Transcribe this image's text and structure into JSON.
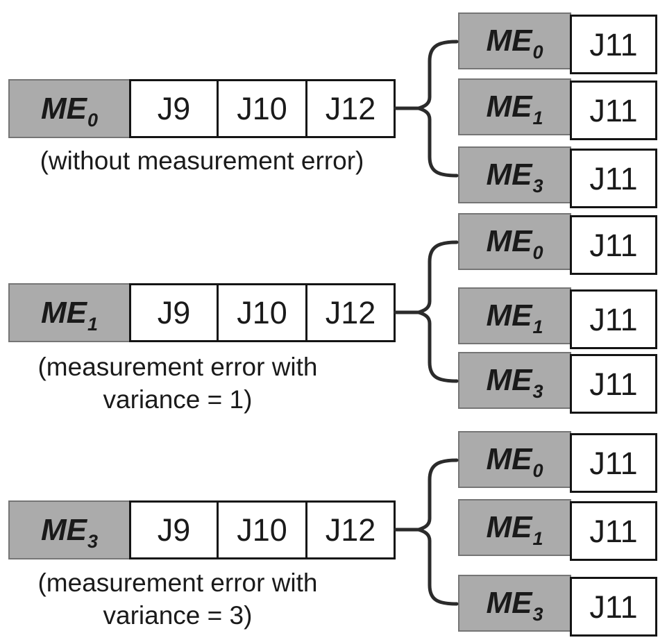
{
  "diagram": {
    "rows": [
      {
        "me": {
          "base": "ME",
          "sub": "0"
        },
        "cells": {
          "c1": "J9",
          "c2": "J10",
          "c3": "J12"
        },
        "caption": {
          "line1": "(without measurement error)",
          "line2": ""
        }
      },
      {
        "me": {
          "base": "ME",
          "sub": "1"
        },
        "cells": {
          "c1": "J9",
          "c2": "J10",
          "c3": "J12"
        },
        "caption": {
          "line1": "(measurement error with",
          "line2": "variance = 1)"
        }
      },
      {
        "me": {
          "base": "ME",
          "sub": "3"
        },
        "cells": {
          "c1": "J9",
          "c2": "J10",
          "c3": "J12"
        },
        "caption": {
          "line1": "(measurement error with",
          "line2": "variance = 3)"
        }
      }
    ],
    "groups": [
      {
        "blocks": [
          {
            "me": {
              "base": "ME",
              "sub": "0"
            },
            "cell": "J11"
          },
          {
            "me": {
              "base": "ME",
              "sub": "1"
            },
            "cell": "J11"
          },
          {
            "me": {
              "base": "ME",
              "sub": "3"
            },
            "cell": "J11"
          }
        ]
      },
      {
        "blocks": [
          {
            "me": {
              "base": "ME",
              "sub": "0"
            },
            "cell": "J11"
          },
          {
            "me": {
              "base": "ME",
              "sub": "1"
            },
            "cell": "J11"
          },
          {
            "me": {
              "base": "ME",
              "sub": "3"
            },
            "cell": "J11"
          }
        ]
      },
      {
        "blocks": [
          {
            "me": {
              "base": "ME",
              "sub": "0"
            },
            "cell": "J11"
          },
          {
            "me": {
              "base": "ME",
              "sub": "1"
            },
            "cell": "J11"
          },
          {
            "me": {
              "base": "ME",
              "sub": "3"
            },
            "cell": "J11"
          }
        ]
      }
    ],
    "colors": {
      "cell_gray": "#ababab",
      "gray_border": "#757575",
      "black_border": "#141414",
      "connector": "#2b2b2b",
      "text": "#1a1a1a",
      "background": "#ffffff"
    }
  }
}
